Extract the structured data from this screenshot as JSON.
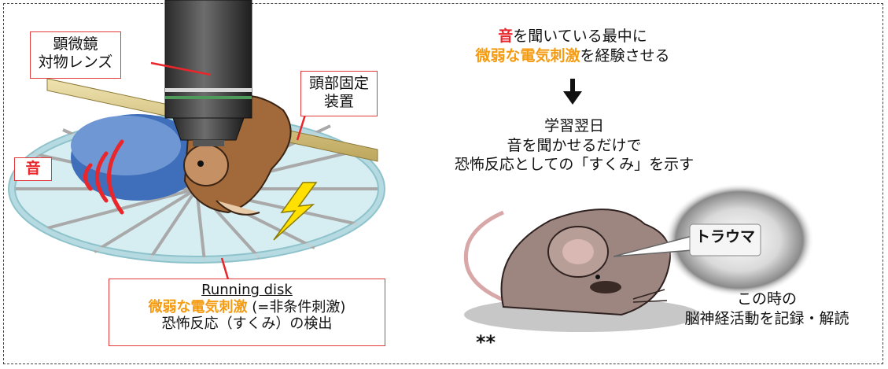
{
  "left_panel": {
    "microscope_label": [
      "顕微鏡",
      "対物レンズ"
    ],
    "head_fixation_label": [
      "頭部固定",
      "装置"
    ],
    "sound_label": "音",
    "disk_label": {
      "title": "Running disk",
      "line2_highlight": "微弱な電気刺激",
      "line2_rest": " (=非条件刺激)",
      "line3": "恐怖反応（すくみ）の検出"
    }
  },
  "right_panel": {
    "step1": {
      "highlight_red": "音",
      "line1_rest": "を聞いている最中に",
      "highlight_orange": "微弱な電気刺激",
      "line2_rest": "を経験させる"
    },
    "step2": [
      "学習翌日",
      "音を聞かせるだけで",
      "恐怖反応としての「すくみ」を示す"
    ],
    "thought_text": "トラウマ",
    "caption": [
      "この時の",
      "脳神経活動を記録・解読"
    ],
    "asterisks": "**"
  },
  "colors": {
    "red": "#e8262b",
    "orange": "#f49b12",
    "frame": "#444444"
  }
}
